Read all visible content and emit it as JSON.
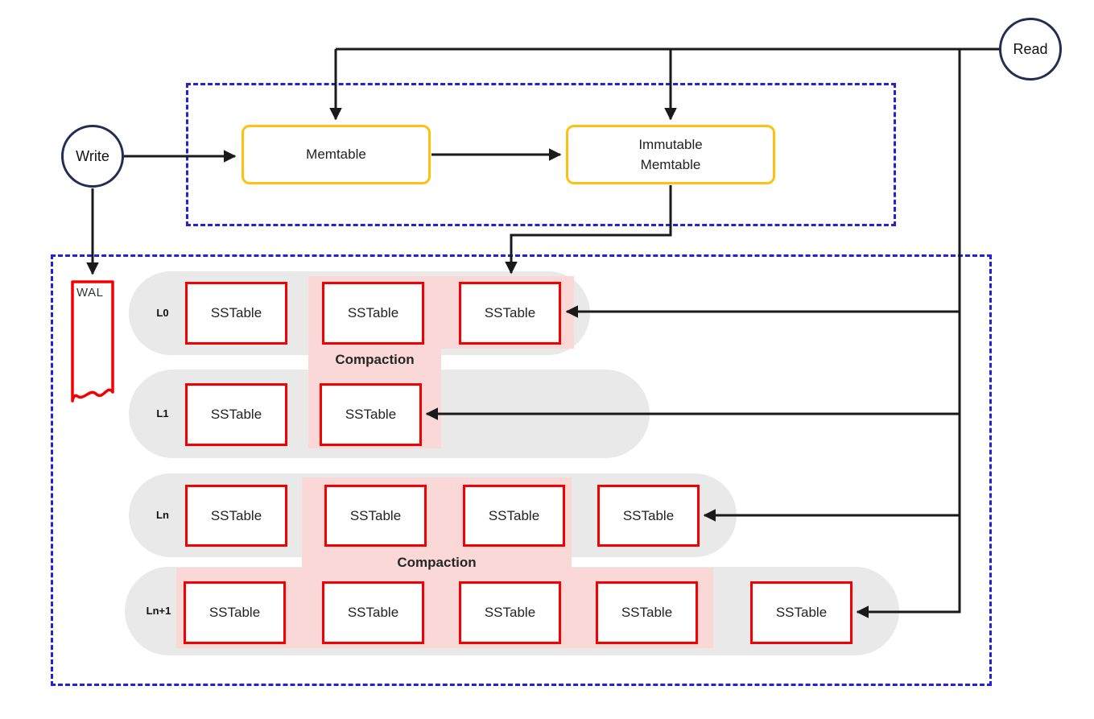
{
  "nodes": {
    "read": "Read",
    "write": "Write",
    "memtable": "Memtable",
    "immutable_memtable": "Immutable\nMemtable",
    "wal": "WAL",
    "sstable": "SSTable"
  },
  "labels": {
    "compaction_upper": "Compaction",
    "compaction_lower": "Compaction"
  },
  "levels": [
    {
      "label": "L0",
      "sstables": 3
    },
    {
      "label": "L1",
      "sstables": 2
    },
    {
      "label": "Ln",
      "sstables": 4
    },
    {
      "label": "Ln+1",
      "sstables": 5
    }
  ],
  "colors": {
    "memtable_border": "#FFC010",
    "sstable_border": "#F50000",
    "compaction_highlight": "#FBD8D8",
    "level_pill": "#E9E9E9",
    "dashed_border": "#2222DD",
    "circle_border": "#232D52",
    "arrow": "#1A1A1A"
  }
}
